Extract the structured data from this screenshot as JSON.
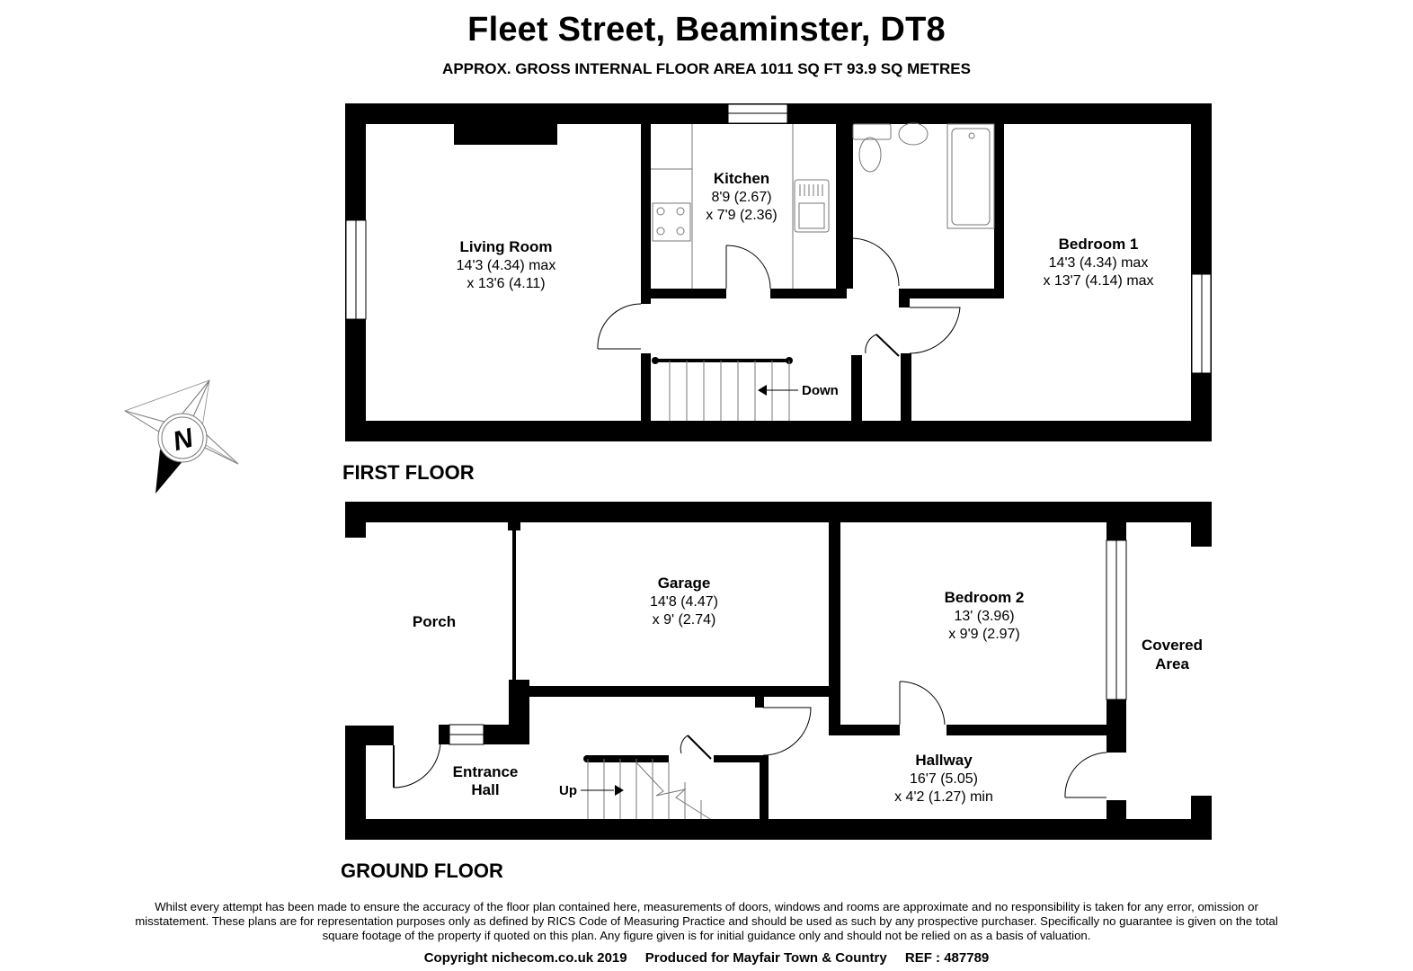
{
  "header": {
    "title": "Fleet Street, Beaminster, DT8",
    "subtitle": "APPROX. GROSS INTERNAL FLOOR AREA 1011 SQ FT 93.9 SQ METRES"
  },
  "compass": {
    "label": "N"
  },
  "first_floor": {
    "label": "FIRST FLOOR",
    "stairs_label": "Down",
    "rooms": [
      {
        "name": "Living Room",
        "dim1": "14'3 (4.34) max",
        "dim2": "x 13'6 (4.11)"
      },
      {
        "name": "Kitchen",
        "dim1": "8'9 (2.67)",
        "dim2": "x 7'9 (2.36)"
      },
      {
        "name": "Bedroom 1",
        "dim1": "14'3 (4.34) max",
        "dim2": "x 13'7 (4.14) max"
      }
    ]
  },
  "ground_floor": {
    "label": "GROUND FLOOR",
    "stairs_label": "Up",
    "rooms": [
      {
        "name": "Porch"
      },
      {
        "name": "Garage",
        "dim1": "14'8 (4.47)",
        "dim2": "x 9' (2.74)"
      },
      {
        "name": "Bedroom 2",
        "dim1": "13' (3.96)",
        "dim2": "x 9'9 (2.97)"
      },
      {
        "name": "Covered",
        "name2": "Area"
      },
      {
        "name": "Entrance",
        "name2": "Hall"
      },
      {
        "name": "Hallway",
        "dim1": "16'7 (5.05)",
        "dim2": "x 4'2 (1.27) min"
      }
    ]
  },
  "footer": {
    "disclaimer": "Whilst every attempt has been made to ensure the accuracy of the floor plan contained here, measurements of doors, windows and rooms are approximate and no responsibility is taken for any error, omission or misstatement. These plans are for representation purposes only as defined by RICS Code of Measuring Practice and should be used as such by any prospective purchaser. Specifically no guarantee is given on the total square footage of the property if quoted on this plan. Any figure given is for initial guidance only and should not be relied on as a basis of valuation.",
    "copyright": "Copyright nichecom.co.uk 2019",
    "produced_for": "Produced for Mayfair Town & Country",
    "ref": "REF : 487789"
  }
}
